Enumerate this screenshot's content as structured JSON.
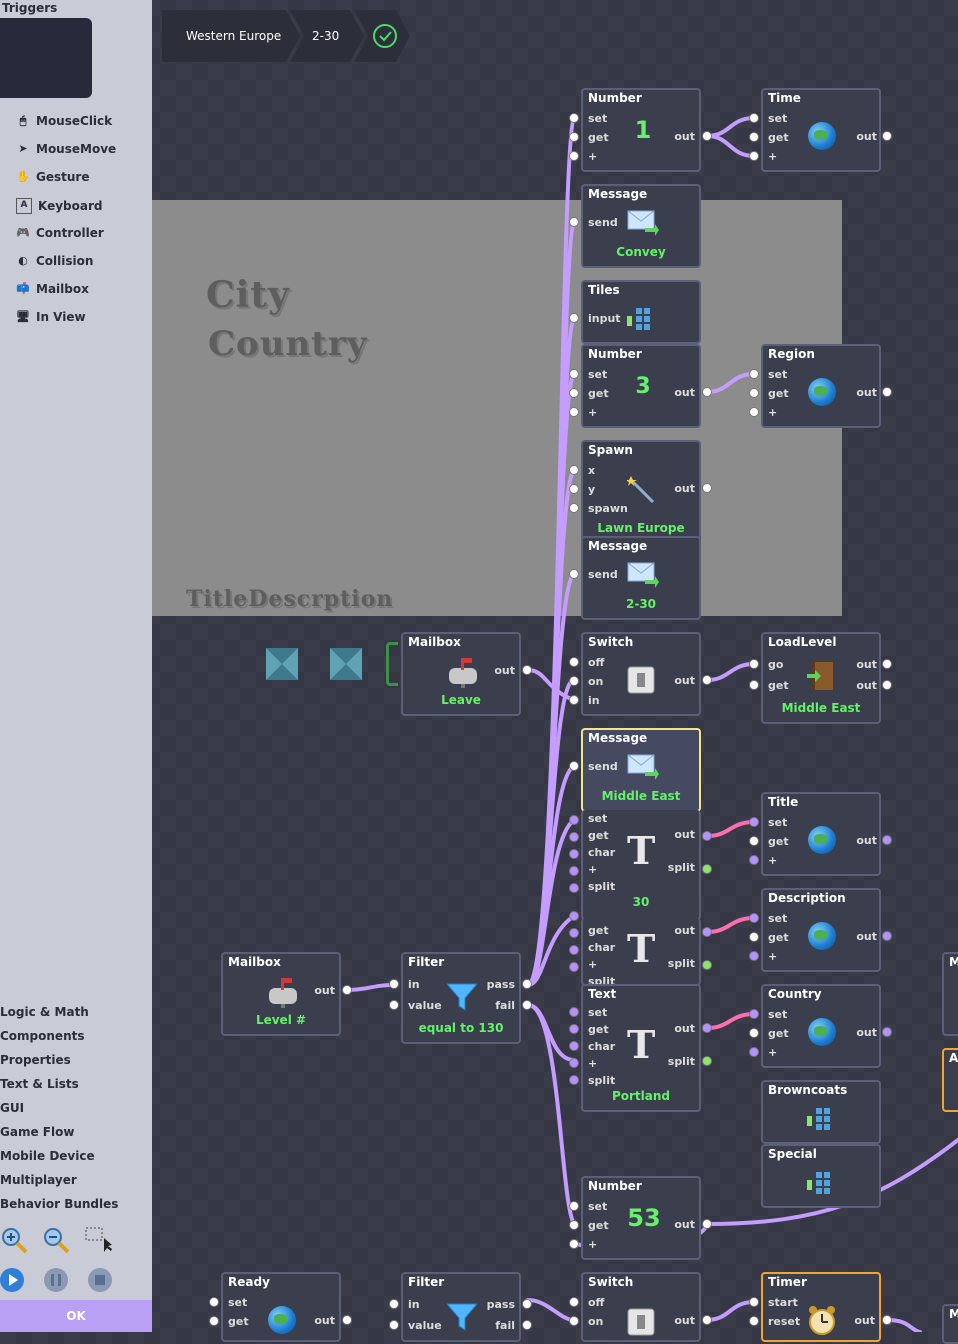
{
  "sidebar": {
    "title": "Triggers",
    "triggers": [
      "MouseClick",
      "MouseMove",
      "Gesture",
      "Keyboard",
      "Controller",
      "Collision",
      "Mailbox",
      "In View"
    ],
    "categories": [
      "Logic & Math",
      "Components",
      "Properties",
      "Text & Lists",
      "GUI",
      "Game Flow",
      "Mobile Device",
      "Multiplayer",
      "Behavior Bundles"
    ],
    "ok_label": "OK"
  },
  "breadcrumb": {
    "world": "Western Europe",
    "level": "2-30"
  },
  "stage": {
    "title": "City",
    "subtitle": "Country",
    "footer": "TitleDescrption"
  },
  "nodes": {
    "number1": {
      "title": "Number",
      "value": "1",
      "ports_in": [
        "set",
        "get",
        "+"
      ],
      "out": "out"
    },
    "time": {
      "title": "Time",
      "ports_in": [
        "set",
        "get",
        "+"
      ],
      "out": "out"
    },
    "message1": {
      "title": "Message",
      "port": "send",
      "label": "Convey"
    },
    "tiles": {
      "title": "Tiles",
      "port": "input"
    },
    "number3": {
      "title": "Number",
      "value": "3",
      "ports_in": [
        "set",
        "get",
        "+"
      ],
      "out": "out"
    },
    "region": {
      "title": "Region",
      "ports_in": [
        "set",
        "get",
        "+"
      ],
      "out": "out"
    },
    "spawn": {
      "title": "Spawn",
      "ports_in": [
        "x",
        "y",
        "spawn"
      ],
      "out": "out",
      "label": "Lawn Europe"
    },
    "message2": {
      "title": "Message",
      "port": "send",
      "label": "2-30"
    },
    "mailbox_leave": {
      "title": "Mailbox",
      "out": "out",
      "label": "Leave"
    },
    "switch1": {
      "title": "Switch",
      "ports_in": [
        "off",
        "on",
        "in"
      ],
      "out": "out"
    },
    "loadlevel": {
      "title": "LoadLevel",
      "ports_in": [
        "go",
        "get"
      ],
      "out1": "out",
      "out2": "out",
      "label": "Middle East"
    },
    "message3": {
      "title": "Message",
      "port": "send",
      "label": "Middle East"
    },
    "text1": {
      "ports_in": [
        "set",
        "get",
        "char",
        "+",
        "split"
      ],
      "out": "out",
      "split": "split",
      "label": "30"
    },
    "title_node": {
      "title": "Title",
      "ports_in": [
        "set",
        "get",
        "+"
      ],
      "out": "out"
    },
    "text2": {
      "ports_in": [
        "get",
        "char",
        "+",
        "split"
      ],
      "out": "out",
      "split": "split"
    },
    "description": {
      "title": "Description",
      "ports_in": [
        "set",
        "get",
        "+"
      ],
      "out": "out"
    },
    "mailbox_level": {
      "title": "Mailbox",
      "out": "out",
      "label": "Level #"
    },
    "filter1": {
      "title": "Filter",
      "ports_in": [
        "in",
        "value"
      ],
      "pass": "pass",
      "fail": "fail",
      "label": "equal to 130"
    },
    "text3": {
      "title": "Text",
      "ports_in": [
        "set",
        "get",
        "char",
        "+",
        "split"
      ],
      "out": "out",
      "split": "split",
      "label": "Portland"
    },
    "country": {
      "title": "Country",
      "ports_in": [
        "set",
        "get",
        "+"
      ],
      "out": "out"
    },
    "browncoats": {
      "title": "Browncoats"
    },
    "special": {
      "title": "Special"
    },
    "number53": {
      "title": "Number",
      "value": "53",
      "ports_in": [
        "set",
        "get",
        "+"
      ],
      "out": "out"
    },
    "ready": {
      "title": "Ready",
      "ports_in": [
        "set",
        "get"
      ],
      "out": "out"
    },
    "filter2": {
      "title": "Filter",
      "ports_in": [
        "in",
        "value"
      ],
      "pass": "pass",
      "fail": "fail"
    },
    "switch2": {
      "title": "Switch",
      "ports_in": [
        "off",
        "on"
      ],
      "out": "out"
    },
    "timer": {
      "title": "Timer",
      "ports_in": [
        "start",
        "reset"
      ],
      "out": "out"
    },
    "edge1": {
      "title": "M"
    },
    "edge2": {
      "title": "Al"
    },
    "edge3": {
      "title": "M"
    }
  },
  "colors": {
    "wire_purple": "#c49dff",
    "wire_pink": "#ff6fb0",
    "value_green": "#63f268",
    "selected_border": "#f2e58c"
  }
}
